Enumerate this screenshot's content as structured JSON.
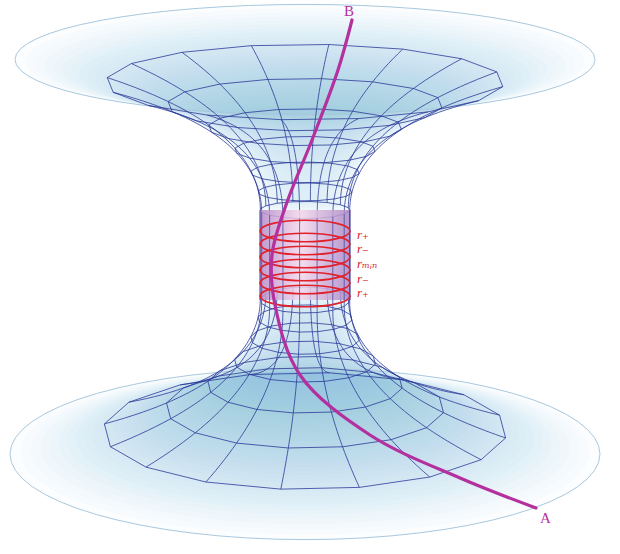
{
  "diagram": {
    "labels": [
      "B",
      "r₊",
      "r₋",
      "rₘᵢₙ",
      "r₋",
      "r₊",
      "A"
    ]
  }
}
